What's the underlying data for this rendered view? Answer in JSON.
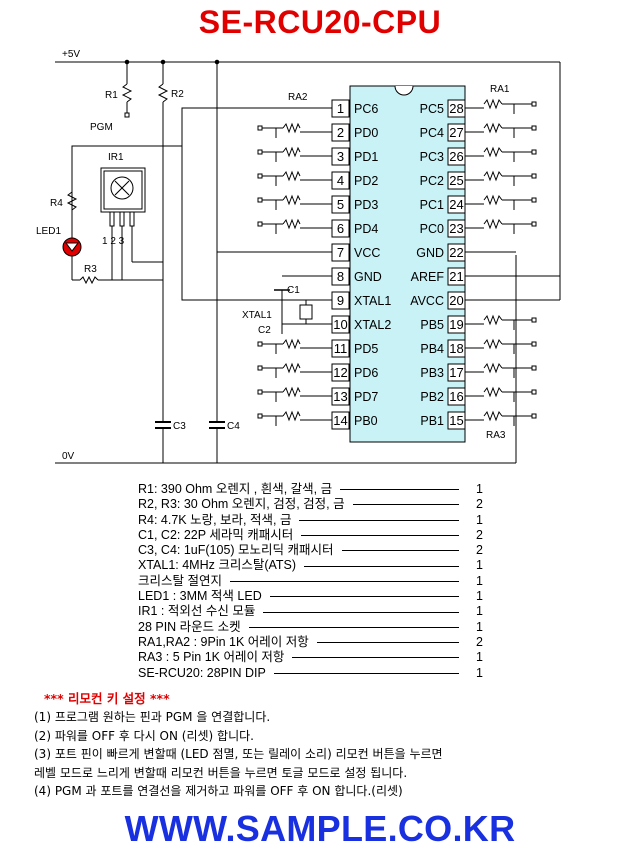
{
  "title": "SE-RCU20-CPU",
  "colors": {
    "title": "#e00000",
    "url": "#1830e0",
    "led": "#e00000"
  },
  "labels": {
    "vcc": "+5V",
    "gnd": "0V",
    "r1": "R1",
    "r2": "R2",
    "r3": "R3",
    "r4": "R4",
    "pgm": "PGM",
    "ir1": "IR1",
    "led1": "LED1",
    "ir_pins": "1 2 3",
    "ra1": "RA1",
    "ra2": "RA2",
    "ra3": "RA3",
    "c1": "C1",
    "c2": "C2",
    "c3": "C3",
    "c4": "C4",
    "xtal1": "XTAL1"
  },
  "pins_left": [
    {
      "num": "1",
      "name": "PC6"
    },
    {
      "num": "2",
      "name": "PD0"
    },
    {
      "num": "3",
      "name": "PD1"
    },
    {
      "num": "4",
      "name": "PD2"
    },
    {
      "num": "5",
      "name": "PD3"
    },
    {
      "num": "6",
      "name": "PD4"
    },
    {
      "num": "7",
      "name": "VCC"
    },
    {
      "num": "8",
      "name": "GND"
    },
    {
      "num": "9",
      "name": "XTAL1"
    },
    {
      "num": "10",
      "name": "XTAL2"
    },
    {
      "num": "11",
      "name": "PD5"
    },
    {
      "num": "12",
      "name": "PD6"
    },
    {
      "num": "13",
      "name": "PD7"
    },
    {
      "num": "14",
      "name": "PB0"
    }
  ],
  "pins_right": [
    {
      "num": "28",
      "name": "PC5"
    },
    {
      "num": "27",
      "name": "PC4"
    },
    {
      "num": "26",
      "name": "PC3"
    },
    {
      "num": "25",
      "name": "PC2"
    },
    {
      "num": "24",
      "name": "PC1"
    },
    {
      "num": "23",
      "name": "PC0"
    },
    {
      "num": "22",
      "name": "GND"
    },
    {
      "num": "21",
      "name": "AREF"
    },
    {
      "num": "20",
      "name": "AVCC"
    },
    {
      "num": "19",
      "name": "PB5"
    },
    {
      "num": "18",
      "name": "PB4"
    },
    {
      "num": "17",
      "name": "PB3"
    },
    {
      "num": "16",
      "name": "PB2"
    },
    {
      "num": "15",
      "name": "PB1"
    }
  ],
  "bom": [
    {
      "text": "R1: 390 Ohm  오렌지 , 흰색, 갈색, 금",
      "qty": "1"
    },
    {
      "text": "R2, R3: 30 Ohm   오렌지, 검정, 검정, 금",
      "qty": "2"
    },
    {
      "text": "R4: 4.7K         노랑, 보라, 적색, 금",
      "qty": "1"
    },
    {
      "text": "C1, C2: 22P 세라믹 캐패시터",
      "qty": "2"
    },
    {
      "text": "C3, C4: 1uF(105) 모노리딕 캐패시터",
      "qty": "2"
    },
    {
      "text": "XTAL1: 4MHz 크리스탈(ATS)",
      "qty": "1"
    },
    {
      "text": "크리스탈 절연지",
      "qty": "1"
    },
    {
      "text": "LED1 : 3MM 적색 LED",
      "qty": "1"
    },
    {
      "text": "IR1 : 적외선 수신 모듈",
      "qty": "1"
    },
    {
      "text": "28 PIN 라운드 소켓",
      "qty": "1"
    },
    {
      "text": "RA1,RA2 : 9Pin 1K  어레이 저항",
      "qty": "2"
    },
    {
      "text": "RA3 : 5 Pin 1K  어레이 저항",
      "qty": "1"
    },
    {
      "text": "SE-RCU20:  28PIN DIP",
      "qty": "1"
    }
  ],
  "key_setting_title": "*** 리모컨 키 설정 ***",
  "notes": [
    "(1) 프로그램 원하는 핀과 PGM 을 연결합니다.",
    "(2) 파워를 OFF 후 다시 ON (리셋) 합니다.",
    "(3) 포트 핀이 빠르게 변할때 (LED 점멸, 또는 릴레이 소리) 리모컨 버튼을 누르면",
    "      레벨 모드로  느리게 변할때 리모컨 버튼을 누르면 토글 모드로 설정 됩니다.",
    "(4) PGM 과 포트를 연결선을 제거하고 파워를 OFF 후 ON 합니다.(리셋)"
  ],
  "url": "WWW.SAMPLE.CO.KR"
}
